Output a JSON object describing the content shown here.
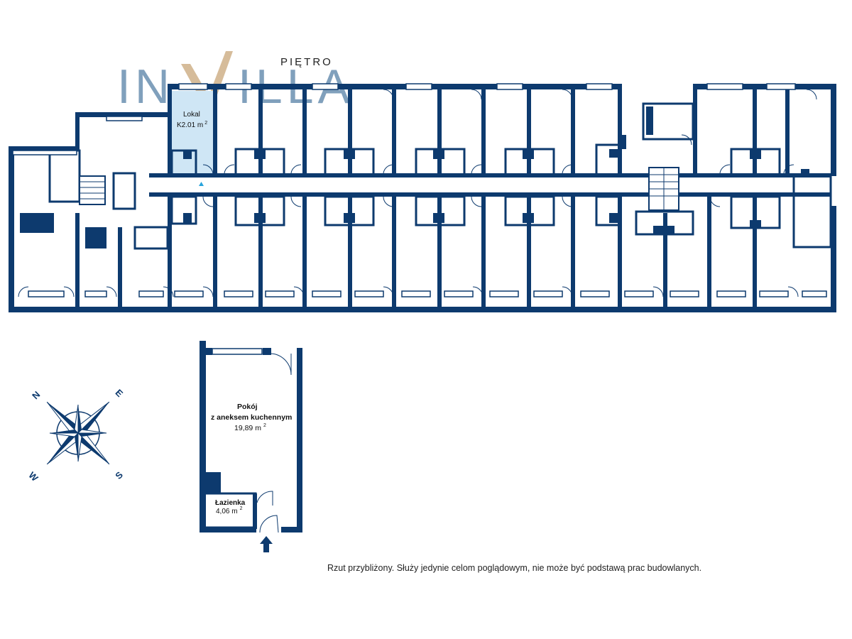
{
  "header": {
    "floor_label": "PIĘTRO",
    "logo_text": "INVILLA"
  },
  "highlighted_unit": {
    "label": "Lokal",
    "area": "K2.01 m",
    "area_sup": "2"
  },
  "unit_detail": {
    "room_name_line1": "Pokój",
    "room_name_line2": "z aneksem kuchennym",
    "room_area": "19,89 m",
    "room_area_sup": "2",
    "bathroom_name": "Łazienka",
    "bathroom_area": "4,06 m",
    "bathroom_area_sup": "2"
  },
  "compass": {
    "n": "N",
    "e": "E",
    "s": "S",
    "w": "W"
  },
  "disclaimer": "Rzut przybliżony. Służy jedynie celom poglądowym, nie może być podstawą prac budowlanych.",
  "colors": {
    "wall": "#0d3a6e",
    "highlight": "#cfe6f5",
    "highlight_marker": "#29a4dc",
    "logo_blue": "#6a8fb0",
    "logo_gold": "#d2b58f",
    "background": "#ffffff"
  }
}
